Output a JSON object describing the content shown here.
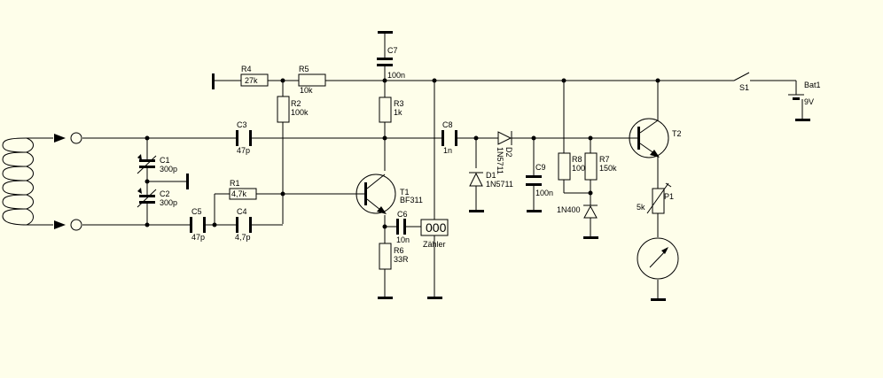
{
  "components": {
    "R1": {
      "name": "R1",
      "value": "4,7k"
    },
    "R2": {
      "name": "R2",
      "value": "100k"
    },
    "R3": {
      "name": "R3",
      "value": "1k"
    },
    "R4": {
      "name": "R4",
      "value": "27k"
    },
    "R5": {
      "name": "R5",
      "value": "10k"
    },
    "R6": {
      "name": "R6",
      "value": "33R"
    },
    "R7": {
      "name": "R7",
      "value": "150k"
    },
    "R8": {
      "name": "R8",
      "value": "100k"
    },
    "P1": {
      "name": "P1",
      "value": "5k"
    },
    "C1": {
      "name": "C1",
      "value": "300p"
    },
    "C2": {
      "name": "C2",
      "value": "300p"
    },
    "C3": {
      "name": "C3",
      "value": "47p"
    },
    "C4": {
      "name": "C4",
      "value": "4,7p"
    },
    "C5": {
      "name": "C5",
      "value": "47p"
    },
    "C6": {
      "name": "C6",
      "value": "10n"
    },
    "C7": {
      "name": "C7",
      "value": "100n"
    },
    "C8": {
      "name": "C8",
      "value": "1n"
    },
    "C9": {
      "name": "C9",
      "value": "100n"
    },
    "D1": {
      "name": "D1",
      "value": "1N5711"
    },
    "D2": {
      "name": "D2",
      "value": "1N5711"
    },
    "D3": {
      "value": "1N400"
    },
    "T1": {
      "name": "T1",
      "value": "BF311"
    },
    "T2": {
      "name": "T2"
    },
    "S1": {
      "name": "S1"
    },
    "Bat1": {
      "name": "Bat1",
      "value": "9V"
    }
  },
  "counter": {
    "display": "000",
    "label": "Zähler"
  }
}
